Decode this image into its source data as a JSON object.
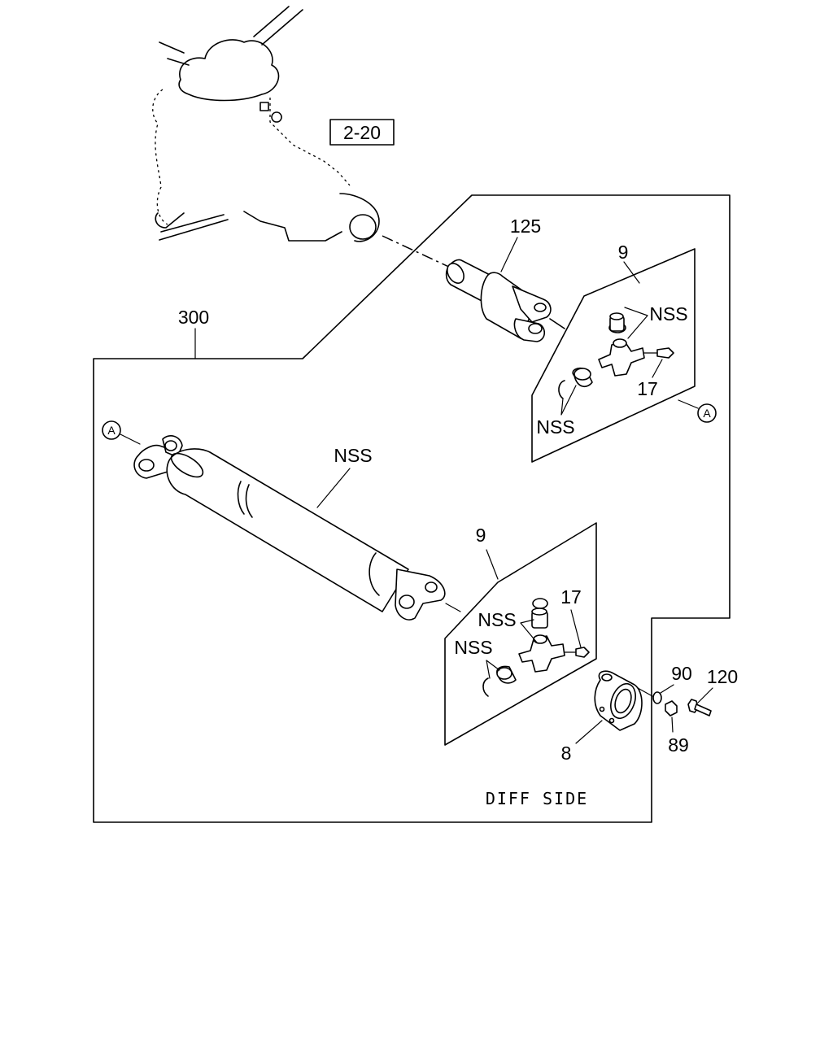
{
  "callouts": {
    "ref_box": "2-20",
    "p125": "125",
    "p9_upper": "9",
    "nss_upper_a": "NSS",
    "p17_upper": "17",
    "nss_upper_b": "NSS",
    "circle_a_right": "A",
    "p300": "300",
    "circle_a_left": "A",
    "nss_shaft": "NSS",
    "p9_lower": "9",
    "p17_lower": "17",
    "nss_lower_a": "NSS",
    "nss_lower_b": "NSS",
    "p90": "90",
    "p120": "120",
    "p89": "89",
    "p8": "8"
  },
  "note": "DIFF SIDE"
}
